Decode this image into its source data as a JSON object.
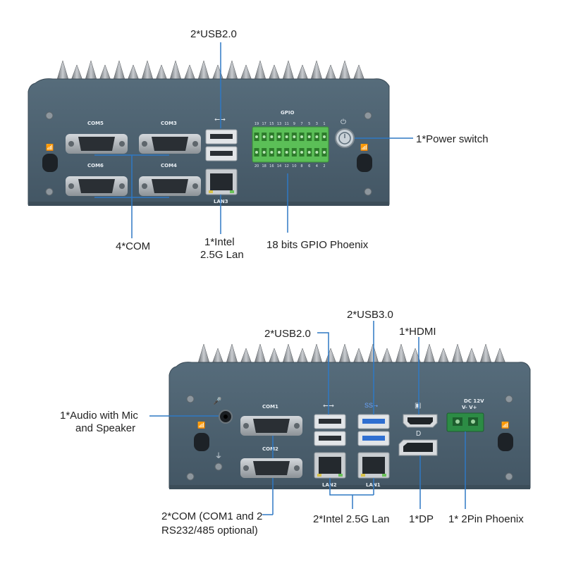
{
  "top": {
    "callouts": {
      "usb": "2*USB2.0",
      "power": "1*Power switch",
      "com": "4*COM",
      "lan_line1": "1*Intel",
      "lan_line2": "2.5G Lan",
      "gpio": "18 bits GPIO Phoenix"
    },
    "panel_labels": {
      "com5": "COM5",
      "com3": "COM3",
      "com6": "COM6",
      "com4": "COM4",
      "gpio": "GPIO",
      "lan3": "LAN3"
    },
    "gpio_top_pins": [
      "19",
      "17",
      "15",
      "13",
      "11",
      "9",
      "7",
      "5",
      "3",
      "1"
    ],
    "gpio_bottom_pins": [
      "20",
      "18",
      "16",
      "14",
      "12",
      "10",
      "8",
      "6",
      "4",
      "2"
    ]
  },
  "bottom": {
    "callouts": {
      "usb3": "2*USB3.0",
      "usb2": "2*USB2.0",
      "hdmi": "1*HDMI",
      "audio_line1": "1*Audio with Mic",
      "audio_line2": "and Speaker",
      "com_line1": "2*COM (COM1 and 2",
      "com_line2": "RS232/485 optional)",
      "lan": "2*Intel 2.5G Lan",
      "dp": "1*DP",
      "phoenix": "1* 2Pin Phoenix"
    },
    "panel_labels": {
      "com1": "COM1",
      "com2": "COM2",
      "lan2": "LAN2",
      "lan1": "LAN1",
      "dc_line1": "DC 12V",
      "dc_line2": "V-  V+"
    }
  },
  "colors": {
    "panel": "#4a5e6c",
    "panel_edge": "#3a4a56",
    "fin": "#8a8f94",
    "callout_line": "#2f79c4",
    "gpio_green": "#5bbf57",
    "usb3_blue": "#2f6fd1",
    "phoenix_green": "#2c8c45"
  }
}
